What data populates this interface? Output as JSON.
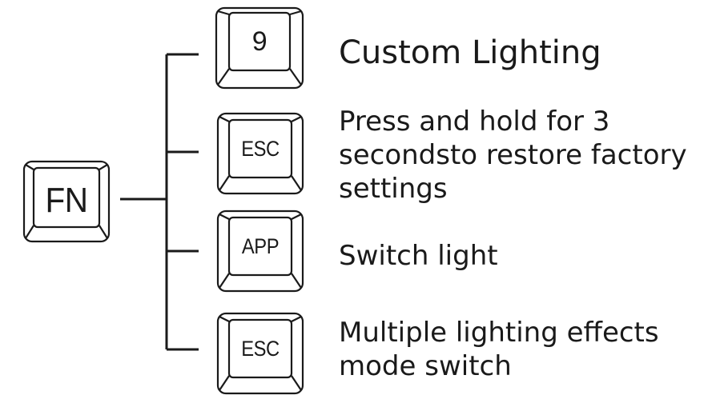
{
  "fn_key": {
    "label": "FN"
  },
  "rows": [
    {
      "key": "9",
      "description": "Custom Lighting"
    },
    {
      "key": "ESC",
      "description": "Press and hold for 3\nsecondsto restore factory\nsettings"
    },
    {
      "key": "APP",
      "description": "Switch light"
    },
    {
      "key": "ESC",
      "description": "Multiple lighting effects\nmode switch"
    }
  ]
}
